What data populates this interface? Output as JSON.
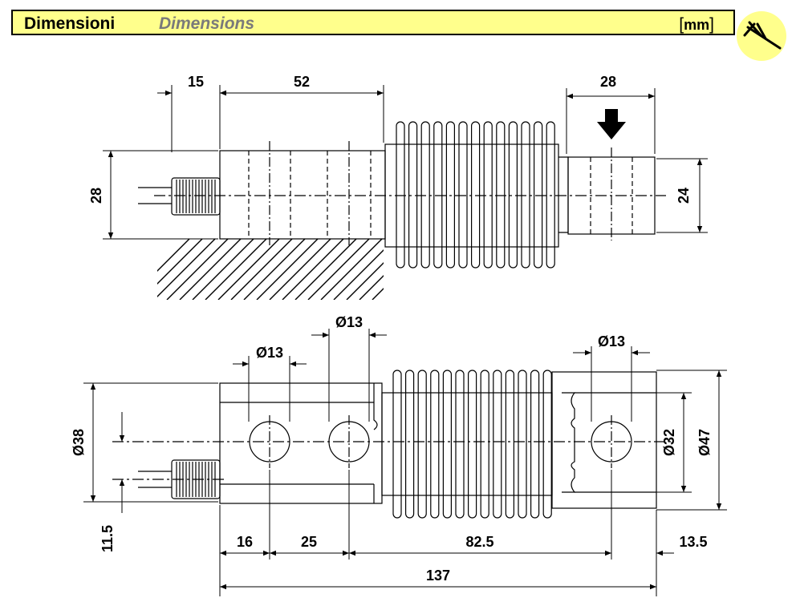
{
  "header": {
    "title_it": "Dimensioni",
    "title_en": "Dimensions",
    "unit": "mm",
    "accent_color": "#ffff8c",
    "icon": "caliper-icon"
  },
  "top_view": {
    "dim_15": "15",
    "dim_52": "52",
    "dim_28_top": "28",
    "dim_28_left": "28",
    "dim_24_right": "24",
    "load_arrow_icon": "arrow-down-icon"
  },
  "bottom_view": {
    "dia_13_a": "Ø13",
    "dia_13_b": "Ø13",
    "dia_13_c": "Ø13",
    "dia_38": "Ø38",
    "dia_32": "Ø32",
    "dia_47": "Ø47",
    "dim_11_5": "11.5",
    "dim_16": "16",
    "dim_25": "25",
    "dim_82_5": "82.5",
    "dim_13_5": "13.5",
    "dim_137": "137"
  }
}
